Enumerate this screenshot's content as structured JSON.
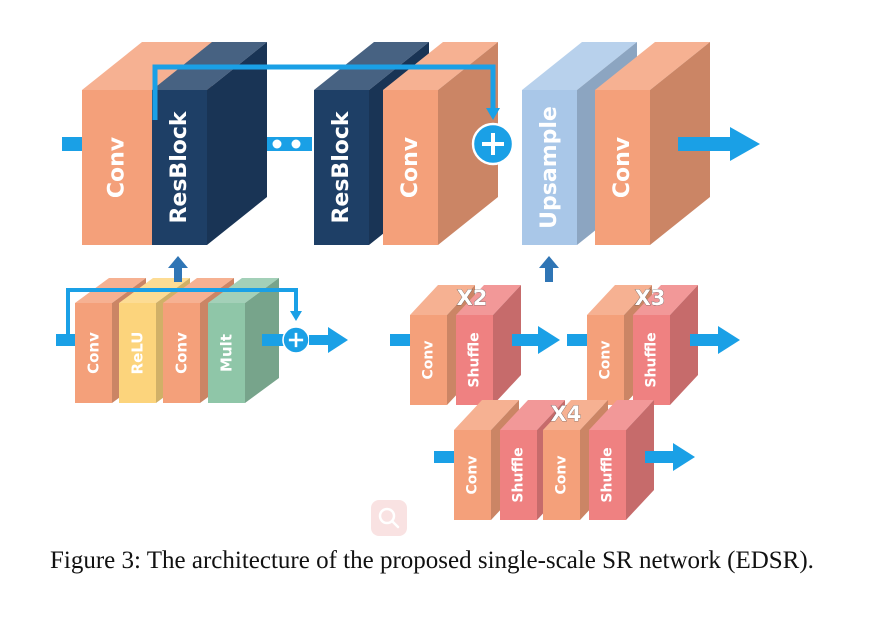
{
  "blocks": {
    "conv": "Conv",
    "resblock": "ResBlock",
    "upsample": "Upsample",
    "relu": "ReLU",
    "mult": "Mult",
    "shuffle": "Shuffle"
  },
  "scales": {
    "x2": "X2",
    "x3": "X3",
    "x4": "X4"
  },
  "colors": {
    "conv": "#f4a07a",
    "resblock": "#1e3f66",
    "upsample": "#a9c7e8",
    "relu": "#fcd47c",
    "mult": "#8fc6a8",
    "shuffle": "#ef8181",
    "arrow": "#1aa0e6",
    "up_arrow": "#2f75b5"
  },
  "caption": "Figure 3: The architecture of the proposed single-scale SR network (EDSR).",
  "icons": {
    "add": "plus-circle-icon",
    "ellipsis": "ellipsis-icon",
    "zoom": "magnifier-icon"
  }
}
